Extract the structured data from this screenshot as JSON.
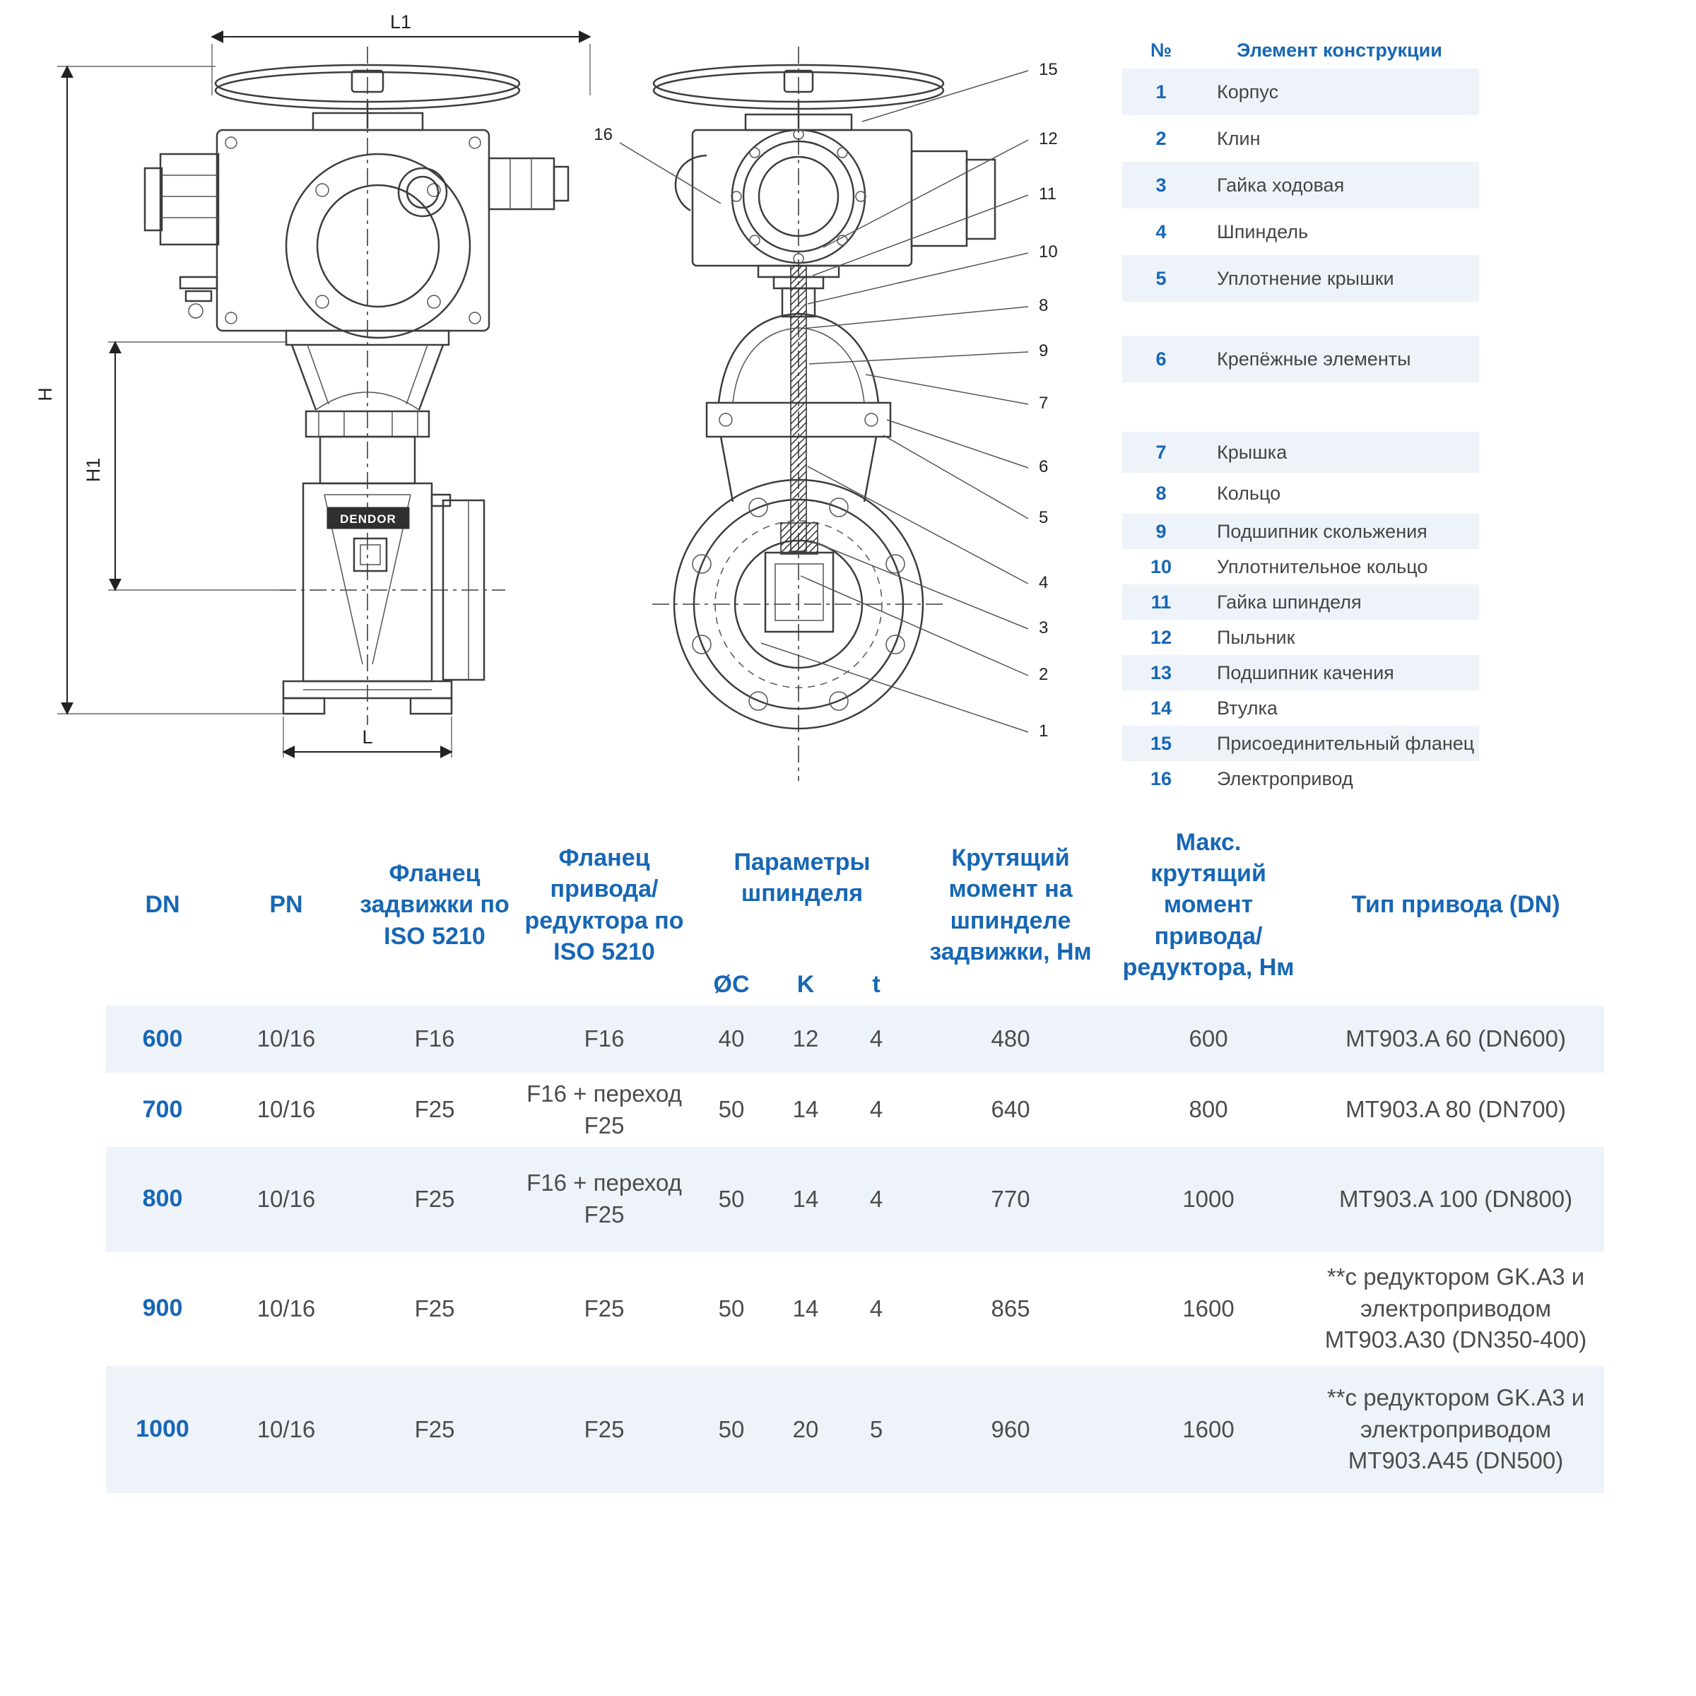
{
  "accent_color": "#1767b5",
  "stripe_color": "#eef3fa",
  "drawing": {
    "dim_l1": "L1",
    "dim_h": "H",
    "dim_h1": "H1",
    "dim_l": "L",
    "brand": "DENDOR",
    "callout_16": "16",
    "callouts": [
      "15",
      "12",
      "11",
      "10",
      "8",
      "9",
      "7",
      "6",
      "5",
      "4",
      "3",
      "2",
      "1"
    ]
  },
  "parts": {
    "header": {
      "num": "№",
      "name": "Элемент конструкции"
    },
    "rows": [
      {
        "num": "1",
        "name": "Корпус"
      },
      {
        "num": "2",
        "name": "Клин"
      },
      {
        "num": "3",
        "name": "Гайка ходовая"
      },
      {
        "num": "4",
        "name": "Шпиндель"
      },
      {
        "num": "5",
        "name": "Уплотнение крышки"
      },
      {
        "num": "6",
        "name": "Крепёжные элементы"
      },
      {
        "num": "7",
        "name": "Крышка"
      },
      {
        "num": "8",
        "name": "Кольцо"
      },
      {
        "num": "9",
        "name": "Подшипник скольжения"
      },
      {
        "num": "10",
        "name": "Уплотнительное кольцо"
      },
      {
        "num": "11",
        "name": "Гайка шпинделя"
      },
      {
        "num": "12",
        "name": "Пыльник"
      },
      {
        "num": "13",
        "name": "Подшипник качения"
      },
      {
        "num": "14",
        "name": "Втулка"
      },
      {
        "num": "15",
        "name": "Присоединительный фланец"
      },
      {
        "num": "16",
        "name": "Электропривод"
      }
    ]
  },
  "spec": {
    "headers": {
      "dn": "DN",
      "pn": "PN",
      "flange_valve": "Фланец задвижки по ISO 5210",
      "flange_drive": "Фланец привода/ редуктора по ISO 5210",
      "spindle_group": "Параметры шпинделя",
      "oc": "ØC",
      "k": "K",
      "t": "t",
      "torque": "Крутящий момент на шпинделе задвижки, Нм",
      "max_torque": "Макс. крутящий момент привода/ редуктора, Нм",
      "drive_type": "Тип привода (DN)"
    },
    "rows": [
      {
        "dn": "600",
        "pn": "10/16",
        "fv": "F16",
        "fd": "F16",
        "oc": "40",
        "k": "12",
        "t": "4",
        "tq": "480",
        "mtq": "600",
        "type": "MT903.A 60 (DN600)"
      },
      {
        "dn": "700",
        "pn": "10/16",
        "fv": "F25",
        "fd": "F16 + переход F25",
        "oc": "50",
        "k": "14",
        "t": "4",
        "tq": "640",
        "mtq": "800",
        "type": "MT903.A 80 (DN700)"
      },
      {
        "dn": "800",
        "pn": "10/16",
        "fv": "F25",
        "fd": "F16 + переход F25",
        "oc": "50",
        "k": "14",
        "t": "4",
        "tq": "770",
        "mtq": "1000",
        "type": "MT903.A 100 (DN800)"
      },
      {
        "dn": "900",
        "pn": "10/16",
        "fv": "F25",
        "fd": "F25",
        "oc": "50",
        "k": "14",
        "t": "4",
        "tq": "865",
        "mtq": "1600",
        "type": "**с редуктором GK.A3 и электроприводом MT903.A30 (DN350-400)"
      },
      {
        "dn": "1000",
        "pn": "10/16",
        "fv": "F25",
        "fd": "F25",
        "oc": "50",
        "k": "20",
        "t": "5",
        "tq": "960",
        "mtq": "1600",
        "type": "**с редуктором GK.A3 и электроприводом MT903.A45 (DN500)"
      }
    ]
  }
}
